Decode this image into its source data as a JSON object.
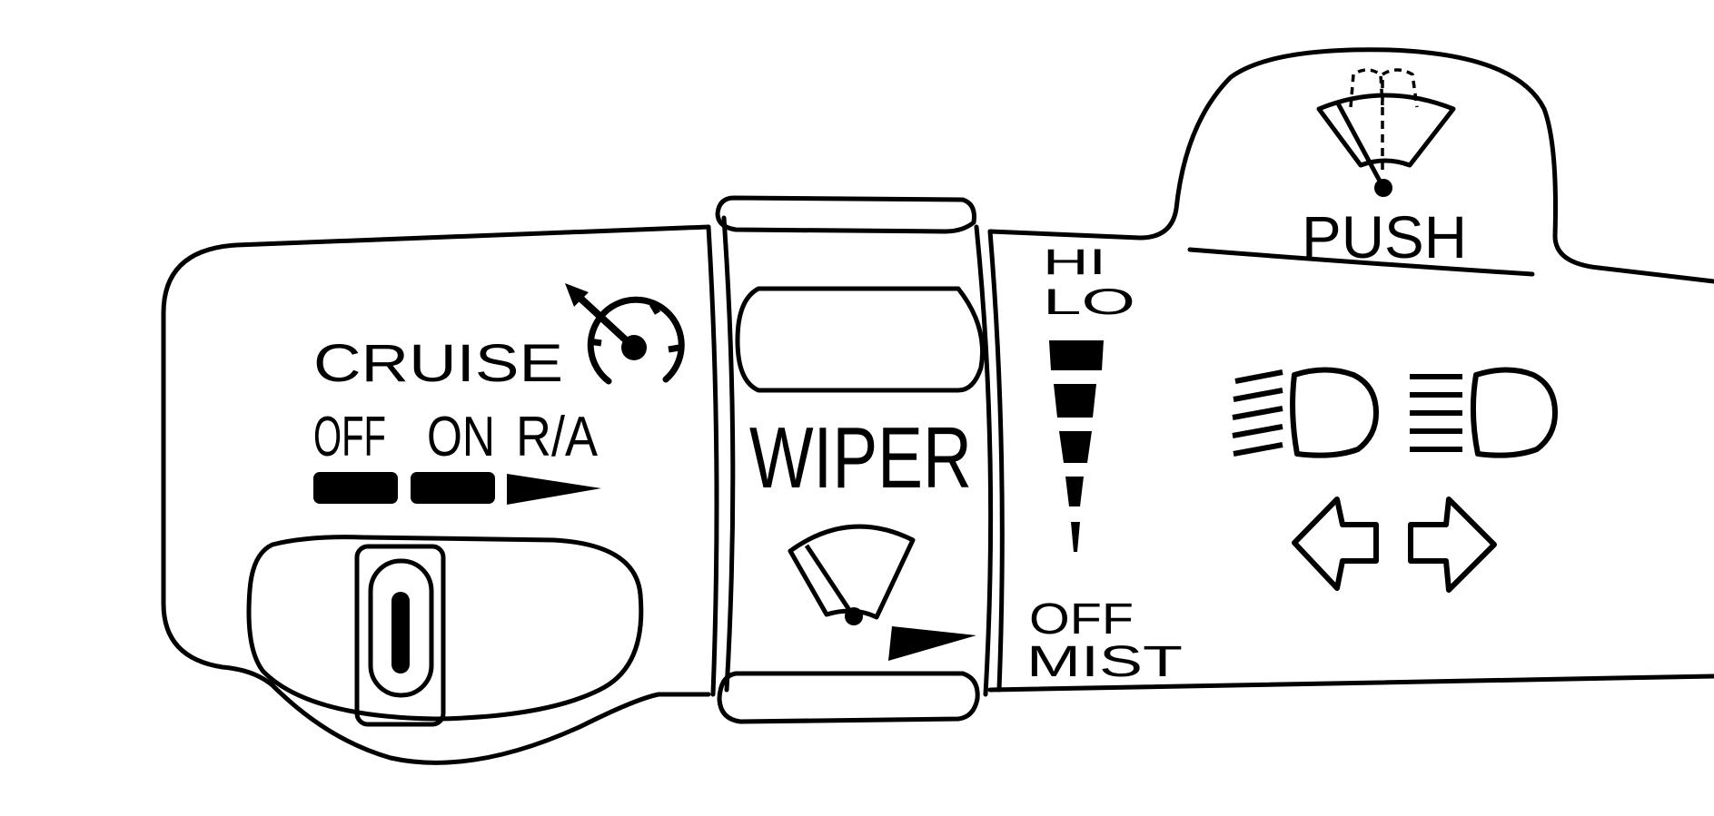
{
  "cruise": {
    "title": "CRUISE",
    "positions": [
      "OFF",
      "ON",
      "R/A"
    ]
  },
  "wiper": {
    "title": "WIPER",
    "speed_high": "HI",
    "speed_low": "LO",
    "off_label": "OFF",
    "mist_label": "MIST"
  },
  "washer": {
    "push_label": "PUSH"
  },
  "icons": {
    "cruise": "speedometer-icon",
    "wiper": "windshield-wiper-icon",
    "washer": "washer-fluid-icon",
    "low_beam": "low-beam-headlamp-icon",
    "high_beam": "high-beam-headlamp-icon",
    "turn_left": "left-turn-arrow-icon",
    "turn_right": "right-turn-arrow-icon"
  },
  "colors": {
    "line": "#000000",
    "background": "#ffffff"
  }
}
